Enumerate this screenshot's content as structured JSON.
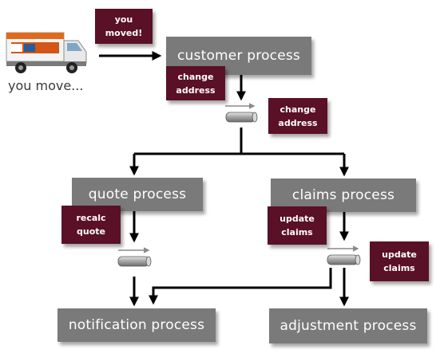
{
  "actor": {
    "caption": "you move...",
    "icon": "moving-truck-icon"
  },
  "processes": {
    "customer": "customer process",
    "quote": "quote process",
    "claims": "claims process",
    "notification": "notification process",
    "adjustment": "adjustment process"
  },
  "messages": {
    "you_moved": "you\nmoved!",
    "change_address_1": "change\naddress",
    "change_address_2": "change\naddress",
    "recalc_quote": "recalc\nquote",
    "update_claims_1": "update\nclaims",
    "update_claims_2": "update\nclaims"
  },
  "colors": {
    "process_box": "#7a7a7a",
    "message_note": "#5a1026",
    "connector": "#000000",
    "queue_pipe": "#9a9a9a"
  }
}
